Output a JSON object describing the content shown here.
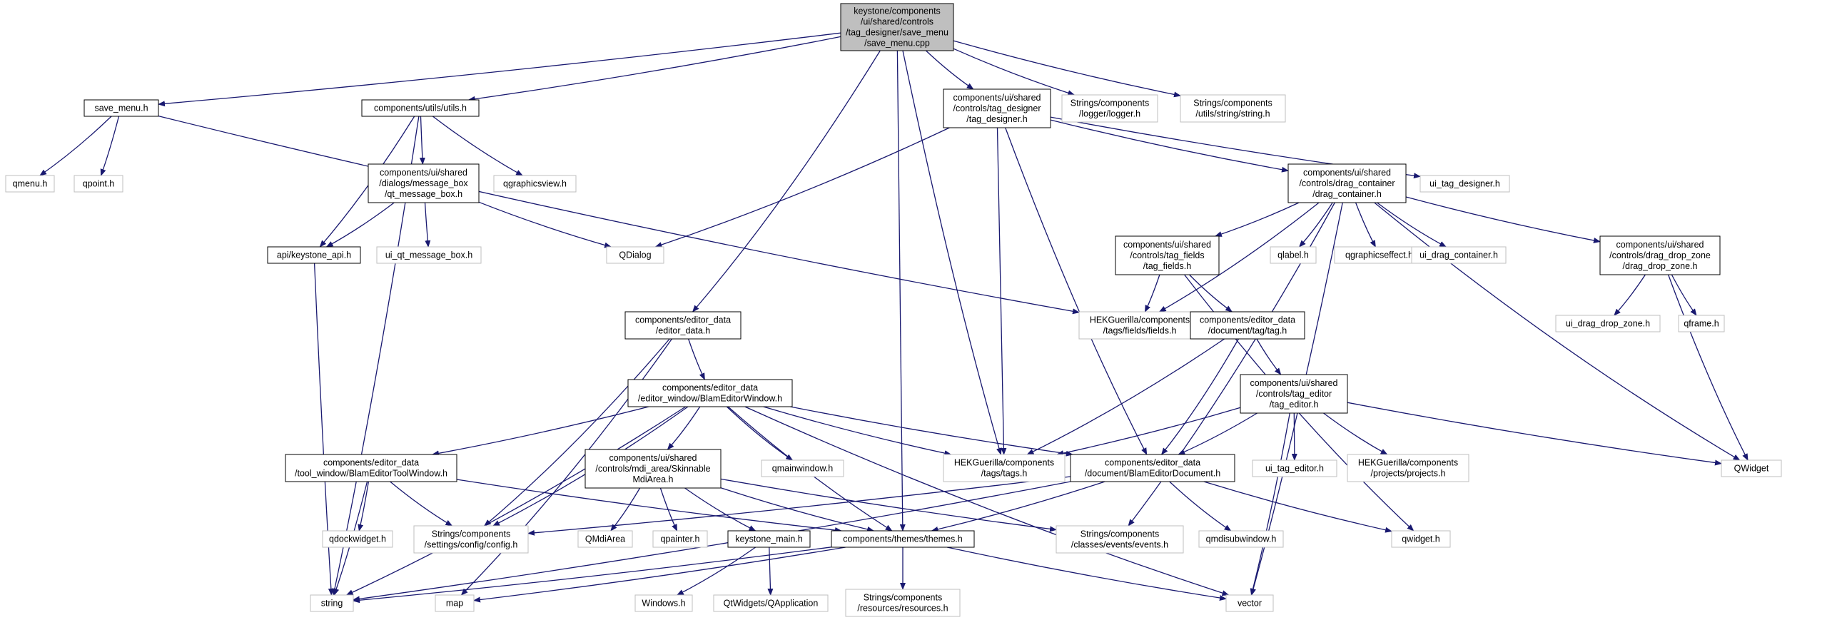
{
  "diagram": {
    "type": "include-dependency-graph",
    "colors": {
      "edge": "#191970",
      "root_fill": "#bfbfbf",
      "root_border": "#000000",
      "documented_border": "#000000",
      "external_border": "#bfbfbf",
      "node_fill": "#ffffff",
      "text": "#000000"
    },
    "nodes": [
      {
        "id": "save_menu_cpp",
        "kind": "root",
        "lines": [
          "keystone/components",
          "/ui/shared/controls",
          "/tag_designer/save_menu",
          "/save_menu.cpp"
        ]
      },
      {
        "id": "save_menu_h",
        "kind": "documented",
        "lines": [
          "save_menu.h"
        ]
      },
      {
        "id": "utils_h",
        "kind": "documented",
        "lines": [
          "components/utils/utils.h"
        ]
      },
      {
        "id": "tag_designer_h",
        "kind": "documented",
        "lines": [
          "components/ui/shared",
          "/controls/tag_designer",
          "/tag_designer.h"
        ]
      },
      {
        "id": "logger_h",
        "kind": "external",
        "lines": [
          "Strings/components",
          "/logger/logger.h"
        ]
      },
      {
        "id": "string_h",
        "kind": "external",
        "lines": [
          "Strings/components",
          "/utils/string/string.h"
        ]
      },
      {
        "id": "qmenu_h",
        "kind": "external",
        "lines": [
          "qmenu.h"
        ]
      },
      {
        "id": "qpoint_h",
        "kind": "external",
        "lines": [
          "qpoint.h"
        ]
      },
      {
        "id": "message_box_h",
        "kind": "documented",
        "lines": [
          "components/ui/shared",
          "/dialogs/message_box",
          "/qt_message_box.h"
        ]
      },
      {
        "id": "qgraphicsview_h",
        "kind": "external",
        "lines": [
          "qgraphicsview.h"
        ]
      },
      {
        "id": "ui_tag_designer_h",
        "kind": "external",
        "lines": [
          "ui_tag_designer.h"
        ]
      },
      {
        "id": "drag_container_h",
        "kind": "documented",
        "lines": [
          "components/ui/shared",
          "/controls/drag_container",
          "/drag_container.h"
        ]
      },
      {
        "id": "keystone_api_h",
        "kind": "documented",
        "lines": [
          "api/keystone_api.h"
        ]
      },
      {
        "id": "ui_qt_message_box_h",
        "kind": "external",
        "lines": [
          "ui_qt_message_box.h"
        ]
      },
      {
        "id": "qdialog",
        "kind": "external",
        "lines": [
          "QDialog"
        ]
      },
      {
        "id": "tag_fields_h",
        "kind": "documented",
        "lines": [
          "components/ui/shared",
          "/controls/tag_fields",
          "/tag_fields.h"
        ]
      },
      {
        "id": "qlabel_h",
        "kind": "external",
        "lines": [
          "qlabel.h"
        ]
      },
      {
        "id": "qgraphicseffect_h",
        "kind": "external",
        "lines": [
          "qgraphicseffect.h"
        ]
      },
      {
        "id": "ui_drag_container_h",
        "kind": "external",
        "lines": [
          "ui_drag_container.h"
        ]
      },
      {
        "id": "drag_drop_zone_h",
        "kind": "documented",
        "lines": [
          "components/ui/shared",
          "/controls/drag_drop_zone",
          "/drag_drop_zone.h"
        ]
      },
      {
        "id": "editor_data_h",
        "kind": "documented",
        "lines": [
          "components/editor_data",
          "/editor_data.h"
        ]
      },
      {
        "id": "fields_h",
        "kind": "external",
        "lines": [
          "HEKGuerilla/components",
          "/tags/fields/fields.h"
        ]
      },
      {
        "id": "tag_h",
        "kind": "documented",
        "lines": [
          "components/editor_data",
          "/document/tag/tag.h"
        ]
      },
      {
        "id": "ui_drag_drop_zone_h",
        "kind": "external",
        "lines": [
          "ui_drag_drop_zone.h"
        ]
      },
      {
        "id": "qframe_h",
        "kind": "external",
        "lines": [
          "qframe.h"
        ]
      },
      {
        "id": "blam_editor_window_h",
        "kind": "documented",
        "lines": [
          "components/editor_data",
          "/editor_window/BlamEditorWindow.h"
        ]
      },
      {
        "id": "tag_editor_h",
        "kind": "documented",
        "lines": [
          "components/ui/shared",
          "/controls/tag_editor",
          "/tag_editor.h"
        ]
      },
      {
        "id": "tool_window_h",
        "kind": "documented",
        "lines": [
          "components/editor_data",
          "/tool_window/BlamEditorToolWindow.h"
        ]
      },
      {
        "id": "mdi_area_h",
        "kind": "documented",
        "lines": [
          "components/ui/shared",
          "/controls/mdi_area/Skinnable",
          "MdiArea.h"
        ]
      },
      {
        "id": "qmainwindow_h",
        "kind": "external",
        "lines": [
          "qmainwindow.h"
        ]
      },
      {
        "id": "tags_h",
        "kind": "external",
        "lines": [
          "HEKGuerilla/components",
          "/tags/tags.h"
        ]
      },
      {
        "id": "blam_editor_document_h",
        "kind": "documented",
        "lines": [
          "components/editor_data",
          "/document/BlamEditorDocument.h"
        ]
      },
      {
        "id": "ui_tag_editor_h",
        "kind": "external",
        "lines": [
          "ui_tag_editor.h"
        ]
      },
      {
        "id": "projects_h",
        "kind": "external",
        "lines": [
          "HEKGuerilla/components",
          "/projects/projects.h"
        ]
      },
      {
        "id": "qwidget_cap",
        "kind": "external",
        "lines": [
          "QWidget"
        ]
      },
      {
        "id": "qdockwidget_h",
        "kind": "external",
        "lines": [
          "qdockwidget.h"
        ]
      },
      {
        "id": "config_h",
        "kind": "external",
        "lines": [
          "Strings/components",
          "/settings/config/config.h"
        ]
      },
      {
        "id": "qmdiarea",
        "kind": "external",
        "lines": [
          "QMdiArea"
        ]
      },
      {
        "id": "qpainter_h",
        "kind": "external",
        "lines": [
          "qpainter.h"
        ]
      },
      {
        "id": "keystone_main_h",
        "kind": "documented",
        "lines": [
          "keystone_main.h"
        ]
      },
      {
        "id": "themes_h",
        "kind": "documented",
        "lines": [
          "components/themes/themes.h"
        ]
      },
      {
        "id": "events_h",
        "kind": "external",
        "lines": [
          "Strings/components",
          "/classes/events/events.h"
        ]
      },
      {
        "id": "qmdisubwindow_h",
        "kind": "external",
        "lines": [
          "qmdisubwindow.h"
        ]
      },
      {
        "id": "qwidget_h",
        "kind": "external",
        "lines": [
          "qwidget.h"
        ]
      },
      {
        "id": "string",
        "kind": "external",
        "lines": [
          "string"
        ]
      },
      {
        "id": "map",
        "kind": "external",
        "lines": [
          "map"
        ]
      },
      {
        "id": "windows_h",
        "kind": "external",
        "lines": [
          "Windows.h"
        ]
      },
      {
        "id": "qapplication",
        "kind": "external",
        "lines": [
          "QtWidgets/QApplication"
        ]
      },
      {
        "id": "resources_h",
        "kind": "external",
        "lines": [
          "Strings/components",
          "/resources/resources.h"
        ]
      },
      {
        "id": "vector",
        "kind": "external",
        "lines": [
          "vector"
        ]
      }
    ],
    "edges": [
      [
        "save_menu_cpp",
        "save_menu_h"
      ],
      [
        "save_menu_cpp",
        "utils_h"
      ],
      [
        "save_menu_cpp",
        "tag_designer_h"
      ],
      [
        "save_menu_cpp",
        "logger_h"
      ],
      [
        "save_menu_cpp",
        "string_h"
      ],
      [
        "save_menu_cpp",
        "editor_data_h"
      ],
      [
        "save_menu_cpp",
        "themes_h"
      ],
      [
        "save_menu_cpp",
        "tags_h"
      ],
      [
        "save_menu_h",
        "qmenu_h"
      ],
      [
        "save_menu_h",
        "qpoint_h"
      ],
      [
        "save_menu_h",
        "fields_h"
      ],
      [
        "utils_h",
        "message_box_h"
      ],
      [
        "utils_h",
        "qgraphicsview_h"
      ],
      [
        "utils_h",
        "keystone_api_h"
      ],
      [
        "utils_h",
        "string"
      ],
      [
        "message_box_h",
        "keystone_api_h"
      ],
      [
        "message_box_h",
        "ui_qt_message_box_h"
      ],
      [
        "message_box_h",
        "qdialog"
      ],
      [
        "keystone_api_h",
        "string"
      ],
      [
        "tag_designer_h",
        "ui_tag_designer_h"
      ],
      [
        "tag_designer_h",
        "drag_container_h"
      ],
      [
        "tag_designer_h",
        "qdialog"
      ],
      [
        "tag_designer_h",
        "tags_h"
      ],
      [
        "tag_designer_h",
        "blam_editor_document_h"
      ],
      [
        "drag_container_h",
        "tag_fields_h"
      ],
      [
        "drag_container_h",
        "qlabel_h"
      ],
      [
        "drag_container_h",
        "qgraphicseffect_h"
      ],
      [
        "drag_container_h",
        "ui_drag_container_h"
      ],
      [
        "drag_container_h",
        "drag_drop_zone_h"
      ],
      [
        "drag_container_h",
        "fields_h"
      ],
      [
        "drag_container_h",
        "events_h"
      ],
      [
        "drag_container_h",
        "qwidget_cap"
      ],
      [
        "drag_container_h",
        "vector"
      ],
      [
        "tag_fields_h",
        "fields_h"
      ],
      [
        "tag_fields_h",
        "tag_h"
      ],
      [
        "tag_fields_h",
        "qwidget_h"
      ],
      [
        "drag_drop_zone_h",
        "ui_drag_drop_zone_h"
      ],
      [
        "drag_drop_zone_h",
        "qframe_h"
      ],
      [
        "drag_drop_zone_h",
        "qwidget_cap"
      ],
      [
        "editor_data_h",
        "blam_editor_window_h"
      ],
      [
        "editor_data_h",
        "config_h"
      ],
      [
        "editor_data_h",
        "map"
      ],
      [
        "tag_h",
        "tag_editor_h"
      ],
      [
        "tag_h",
        "blam_editor_document_h"
      ],
      [
        "tag_h",
        "tags_h"
      ],
      [
        "blam_editor_window_h",
        "tool_window_h"
      ],
      [
        "blam_editor_window_h",
        "mdi_area_h"
      ],
      [
        "blam_editor_window_h",
        "qmainwindow_h"
      ],
      [
        "blam_editor_window_h",
        "tags_h"
      ],
      [
        "blam_editor_window_h",
        "blam_editor_document_h"
      ],
      [
        "blam_editor_window_h",
        "config_h"
      ],
      [
        "blam_editor_window_h",
        "themes_h"
      ],
      [
        "blam_editor_window_h",
        "string"
      ],
      [
        "blam_editor_window_h",
        "vector"
      ],
      [
        "tag_editor_h",
        "tags_h"
      ],
      [
        "tag_editor_h",
        "blam_editor_document_h"
      ],
      [
        "tag_editor_h",
        "ui_tag_editor_h"
      ],
      [
        "tag_editor_h",
        "projects_h"
      ],
      [
        "tag_editor_h",
        "qwidget_cap"
      ],
      [
        "tag_editor_h",
        "vector"
      ],
      [
        "tool_window_h",
        "qdockwidget_h"
      ],
      [
        "tool_window_h",
        "config_h"
      ],
      [
        "tool_window_h",
        "string"
      ],
      [
        "tool_window_h",
        "themes_h"
      ],
      [
        "mdi_area_h",
        "qmdiarea"
      ],
      [
        "mdi_area_h",
        "qpainter_h"
      ],
      [
        "mdi_area_h",
        "keystone_main_h"
      ],
      [
        "mdi_area_h",
        "themes_h"
      ],
      [
        "mdi_area_h",
        "events_h"
      ],
      [
        "blam_editor_document_h",
        "config_h"
      ],
      [
        "blam_editor_document_h",
        "themes_h"
      ],
      [
        "blam_editor_document_h",
        "qmdisubwindow_h"
      ],
      [
        "blam_editor_document_h",
        "qwidget_h"
      ],
      [
        "blam_editor_document_h",
        "string"
      ],
      [
        "keystone_main_h",
        "windows_h"
      ],
      [
        "keystone_main_h",
        "qapplication"
      ],
      [
        "themes_h",
        "string"
      ],
      [
        "themes_h",
        "map"
      ],
      [
        "themes_h",
        "resources_h"
      ],
      [
        "themes_h",
        "vector"
      ]
    ]
  }
}
